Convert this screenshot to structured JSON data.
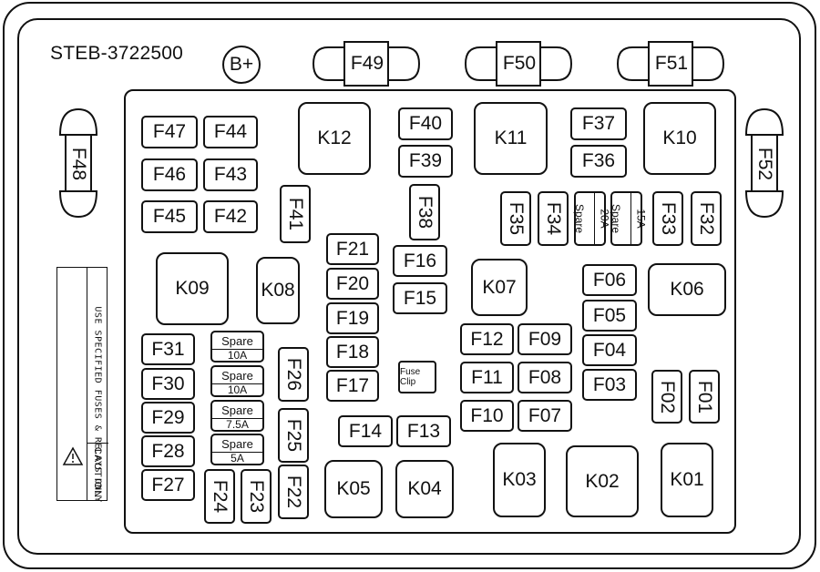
{
  "header": {
    "part_code": "STEB-3722500",
    "terminal": "B+"
  },
  "fuses": {
    "f49": "F49",
    "f50": "F50",
    "f51": "F51",
    "f48": "F48",
    "f52": "F52",
    "f47": "F47",
    "f44": "F44",
    "f46": "F46",
    "f43": "F43",
    "f45": "F45",
    "f42": "F42",
    "f41": "F41",
    "f40": "F40",
    "f39": "F39",
    "f38": "F38",
    "f37": "F37",
    "f36": "F36",
    "f35": "F35",
    "f34": "F34",
    "f33": "F33",
    "f32": "F32",
    "f21": "F21",
    "f20": "F20",
    "f19": "F19",
    "f18": "F18",
    "f17": "F17",
    "f16": "F16",
    "f15": "F15",
    "f14": "F14",
    "f13": "F13",
    "f12": "F12",
    "f09": "F09",
    "f11": "F11",
    "f08": "F08",
    "f10": "F10",
    "f07": "F07",
    "f06": "F06",
    "f05": "F05",
    "f04": "F04",
    "f03": "F03",
    "f02": "F02",
    "f01": "F01",
    "f31": "F31",
    "f30": "F30",
    "f29": "F29",
    "f28": "F28",
    "f27": "F27",
    "f26": "F26",
    "f25": "F25",
    "f24": "F24",
    "f23": "F23",
    "f22": "F22"
  },
  "relays": {
    "k12": "K12",
    "k11": "K11",
    "k10": "K10",
    "k09": "K09",
    "k08": "K08",
    "k07": "K07",
    "k06": "K06",
    "k05": "K05",
    "k04": "K04",
    "k03": "K03",
    "k02": "K02",
    "k01": "K01"
  },
  "spares": {
    "s1": {
      "label": "Spare",
      "rating": "10A"
    },
    "s2": {
      "label": "Spare",
      "rating": "10A"
    },
    "s3": {
      "label": "Spare",
      "rating": "7.5A"
    },
    "s4": {
      "label": "Spare",
      "rating": "5A"
    },
    "v1": {
      "label": "Spare",
      "rating": "20A"
    },
    "v2": {
      "label": "Spare",
      "rating": "15A"
    }
  },
  "fuse_clip": "Fuse Clip",
  "caution": {
    "title": "CAUTION",
    "text": "USE SPECIFIED FUSES & RELAYS ONLY"
  }
}
